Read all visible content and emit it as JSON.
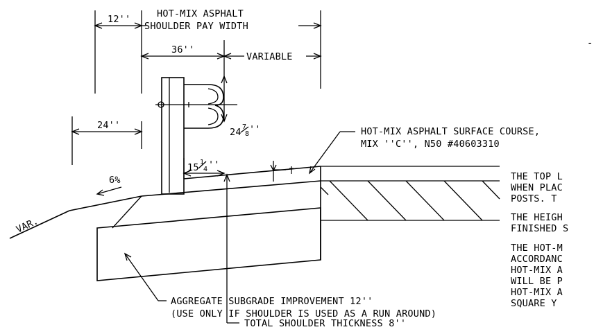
{
  "labels": {
    "dim_12": "12''",
    "shoulder_pay_line1": "HOT-MIX ASPHALT",
    "shoulder_pay_line2": "SHOULDER PAY WIDTH",
    "dim_36": "36''",
    "variable": "VARIABLE",
    "dim_24": "24''",
    "dim_24_whole": "24",
    "dim_24_num": "7",
    "dim_24_den": "8",
    "dim_24_unit": "''",
    "dim_15_whole": "15",
    "dim_15_num": "1",
    "dim_15_den": "4",
    "dim_15_unit": "''",
    "dagger": "†",
    "slope": "6%",
    "var": "VAR.",
    "surface_line1": "HOT-MIX ASPHALT SURFACE COURSE,",
    "surface_line2": "MIX ''C'', N50  #40603310",
    "thickness": "TOTAL SHOULDER THICKNESS 8''",
    "subgrade_line1": "AGGREGATE SUBGRADE IMPROVEMENT 12''",
    "subgrade_line2": "(USE ONLY IF SHOULDER IS USED AS A RUN AROUND)",
    "corner_mark": "-"
  },
  "notes": [
    "THE TOP L",
    "WHEN PLAC",
    "POSTS.  T",
    "THE HEIGH",
    "FINISHED S",
    "THE HOT-M",
    "ACCORDANC",
    "HOT-MIX A",
    "WILL BE P",
    "HOT-MIX A",
    "SQUARE Y"
  ]
}
